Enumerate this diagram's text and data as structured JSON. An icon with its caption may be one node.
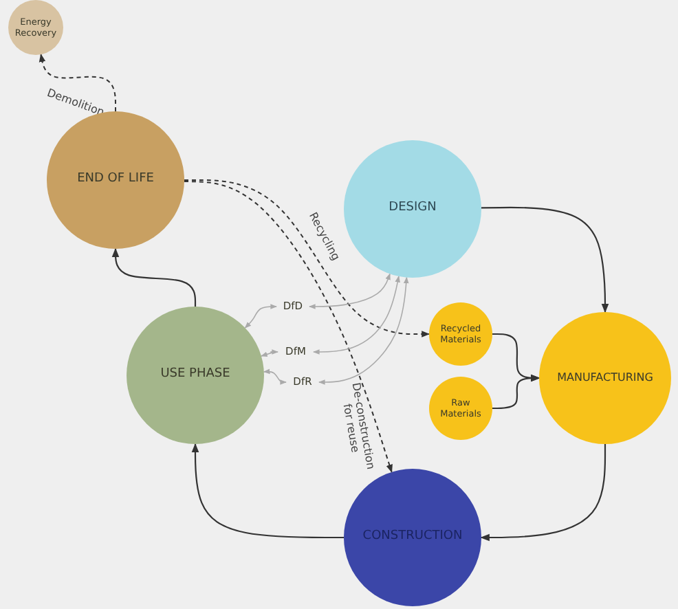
{
  "diagram": {
    "nodes": [
      {
        "text": [
          "Energy Recovery"
        ]
      },
      {
        "text": [
          "END OF LIFE"
        ]
      },
      {
        "text": [
          "DESIGN"
        ]
      },
      {
        "text": [
          "USE PHASE"
        ]
      },
      {
        "text": [
          "DfD"
        ]
      },
      {
        "text": [
          "DfM"
        ]
      },
      {
        "text": [
          "DfR"
        ]
      },
      {
        "text": [
          "Recycled Materials"
        ]
      },
      {
        "text": [
          "Raw Materials"
        ]
      },
      {
        "text": [
          "MANUFACTURING"
        ]
      },
      {
        "text": [
          "CONSTRUCTION"
        ]
      }
    ],
    "edges": [
      {
        "from": 1,
        "to": 0,
        "arrow": "to",
        "label": "Demolition",
        "style": "dashed"
      },
      {
        "from": 1,
        "to": 7,
        "arrow": "to",
        "label": "Recycling",
        "style": "dashed"
      },
      {
        "from": 1,
        "to": 10,
        "arrow": "to",
        "label": "De-construction for reuse",
        "style": "dashed"
      },
      {
        "from": 2,
        "to": 9,
        "arrow": "to"
      },
      {
        "from": 7,
        "to": 9,
        "arrow": "to"
      },
      {
        "from": 8,
        "to": 9,
        "arrow": "to"
      },
      {
        "from": 9,
        "to": 10,
        "arrow": "to"
      },
      {
        "from": 10,
        "to": 3,
        "arrow": "to"
      },
      {
        "from": 3,
        "to": 1,
        "arrow": "to"
      },
      {
        "from": 2,
        "to": 4,
        "arrow": "both",
        "color": "#aaaaaa"
      },
      {
        "from": 4,
        "to": 3,
        "arrow": "both",
        "color": "#aaaaaa"
      },
      {
        "from": 2,
        "to": 5,
        "arrow": "both",
        "color": "#aaaaaa"
      },
      {
        "from": 5,
        "to": 3,
        "arrow": "both",
        "color": "#aaaaaa"
      },
      {
        "from": 2,
        "to": 6,
        "arrow": "both",
        "color": "#aaaaaa"
      },
      {
        "from": 6,
        "to": 3,
        "arrow": "both",
        "color": "#aaaaaa"
      }
    ]
  }
}
